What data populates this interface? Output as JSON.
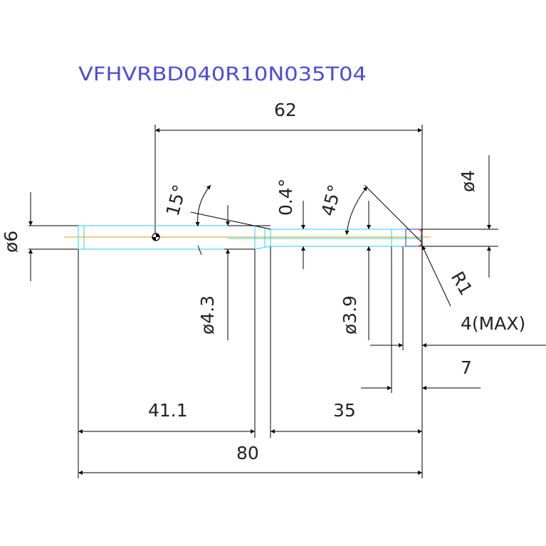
{
  "title": "VFHVRBD040R10N035T04",
  "dimensions": {
    "total_length": "80",
    "dim_62": "62",
    "dim_41_1": "41.1",
    "dim_35": "35",
    "dim_7": "7",
    "dia_6": "ø6",
    "dia_4_3": "ø4.3",
    "dia_3_9": "ø3.9",
    "dia_4": "ø4",
    "angle_15": "15°",
    "angle_0_4": "0.4°",
    "angle_45": "45°",
    "radius": "R1",
    "max_note": "4(MAX)"
  },
  "colors": {
    "outline": "#000000",
    "title": "#4a4adf",
    "tool_body": "#22d3ee",
    "centerline": "#d4a017",
    "corner": "#2a2ad0",
    "corner_accent": "#d02a2a"
  }
}
